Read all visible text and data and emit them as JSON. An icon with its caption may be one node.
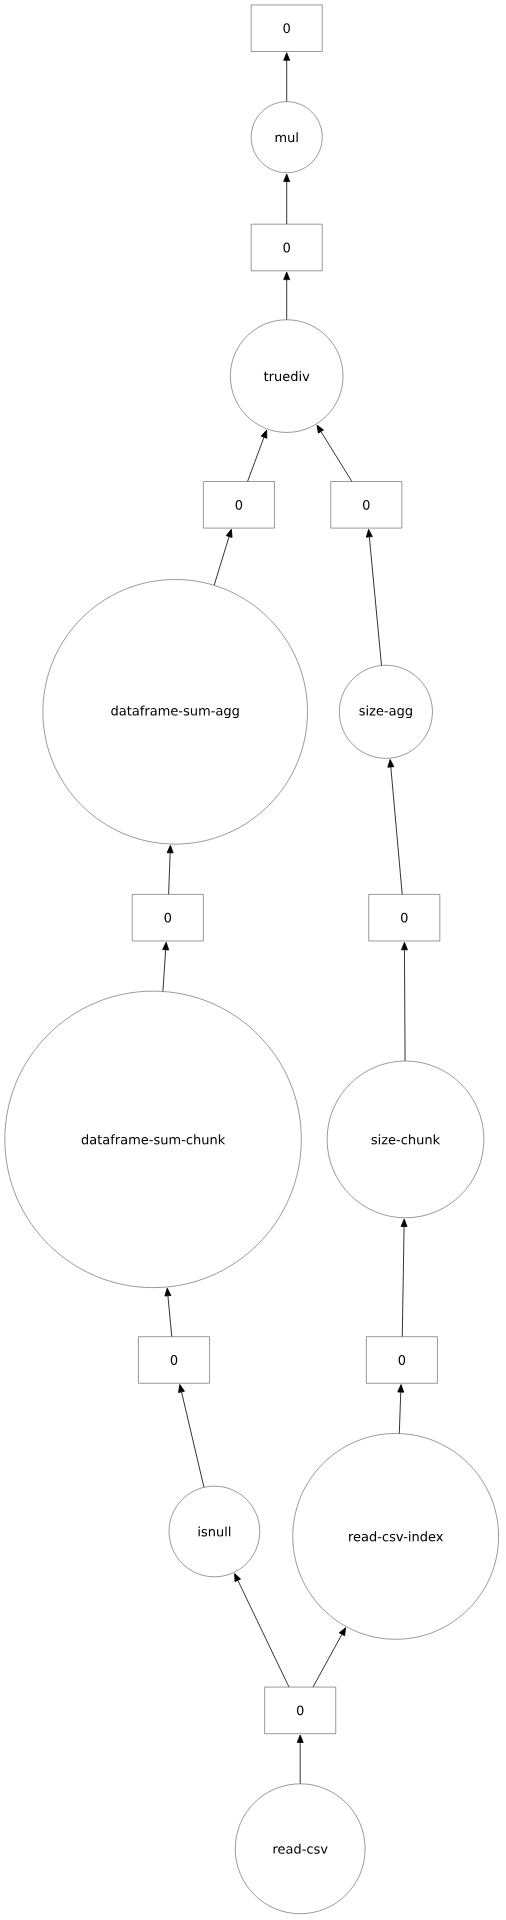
{
  "diagram": {
    "nodes": [
      {
        "text": [
          "0"
        ]
      },
      {
        "text": [
          "mul"
        ]
      },
      {
        "text": [
          "0"
        ]
      },
      {
        "text": [
          "truediv"
        ]
      },
      {
        "text": [
          "0"
        ]
      },
      {
        "text": [
          "0"
        ]
      },
      {
        "text": [
          "dataframe-sum-agg"
        ]
      },
      {
        "text": [
          "size-agg"
        ]
      },
      {
        "text": [
          "0"
        ]
      },
      {
        "text": [
          "0"
        ]
      },
      {
        "text": [
          "dataframe-sum-chunk"
        ]
      },
      {
        "text": [
          "size-chunk"
        ]
      },
      {
        "text": [
          "0"
        ]
      },
      {
        "text": [
          "0"
        ]
      },
      {
        "text": [
          "isnull"
        ]
      },
      {
        "text": [
          "read-csv-index"
        ]
      },
      {
        "text": [
          "0"
        ]
      },
      {
        "text": [
          "read-csv"
        ]
      }
    ],
    "edges": [
      {
        "from": 17,
        "to": 16,
        "arrow": "to"
      },
      {
        "from": 16,
        "to": 14,
        "arrow": "to"
      },
      {
        "from": 16,
        "to": 15,
        "arrow": "to"
      },
      {
        "from": 14,
        "to": 12,
        "arrow": "to"
      },
      {
        "from": 15,
        "to": 13,
        "arrow": "to"
      },
      {
        "from": 12,
        "to": 10,
        "arrow": "to"
      },
      {
        "from": 13,
        "to": 11,
        "arrow": "to"
      },
      {
        "from": 10,
        "to": 8,
        "arrow": "to"
      },
      {
        "from": 11,
        "to": 9,
        "arrow": "to"
      },
      {
        "from": 8,
        "to": 6,
        "arrow": "to"
      },
      {
        "from": 9,
        "to": 7,
        "arrow": "to"
      },
      {
        "from": 6,
        "to": 4,
        "arrow": "to"
      },
      {
        "from": 7,
        "to": 5,
        "arrow": "to"
      },
      {
        "from": 4,
        "to": 3,
        "arrow": "to"
      },
      {
        "from": 5,
        "to": 3,
        "arrow": "to"
      },
      {
        "from": 3,
        "to": 2,
        "arrow": "to"
      },
      {
        "from": 2,
        "to": 1,
        "arrow": "to"
      },
      {
        "from": 1,
        "to": 0,
        "arrow": "to"
      }
    ]
  }
}
